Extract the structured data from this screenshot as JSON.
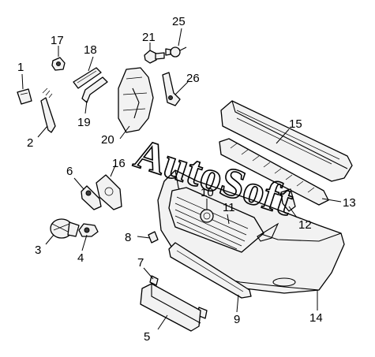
{
  "watermark": "AutoSoft",
  "callouts": [
    {
      "id": "c1",
      "text": "1"
    },
    {
      "id": "c2",
      "text": "2"
    },
    {
      "id": "c3",
      "text": "3"
    },
    {
      "id": "c4",
      "text": "4"
    },
    {
      "id": "c5",
      "text": "5"
    },
    {
      "id": "c6",
      "text": "6"
    },
    {
      "id": "c7",
      "text": "7"
    },
    {
      "id": "c8",
      "text": "8"
    },
    {
      "id": "c9",
      "text": "9"
    },
    {
      "id": "c10",
      "text": "10"
    },
    {
      "id": "c11",
      "text": "11"
    },
    {
      "id": "c12",
      "text": "12"
    },
    {
      "id": "c13",
      "text": "13"
    },
    {
      "id": "c14",
      "text": "14"
    },
    {
      "id": "c15",
      "text": "15"
    },
    {
      "id": "c16",
      "text": "16"
    },
    {
      "id": "c17",
      "text": "17"
    },
    {
      "id": "c18",
      "text": "18"
    },
    {
      "id": "c19",
      "text": "19"
    },
    {
      "id": "c20",
      "text": "20"
    },
    {
      "id": "c21",
      "text": "21"
    },
    {
      "id": "c25",
      "text": "25"
    },
    {
      "id": "c26",
      "text": "26"
    }
  ]
}
